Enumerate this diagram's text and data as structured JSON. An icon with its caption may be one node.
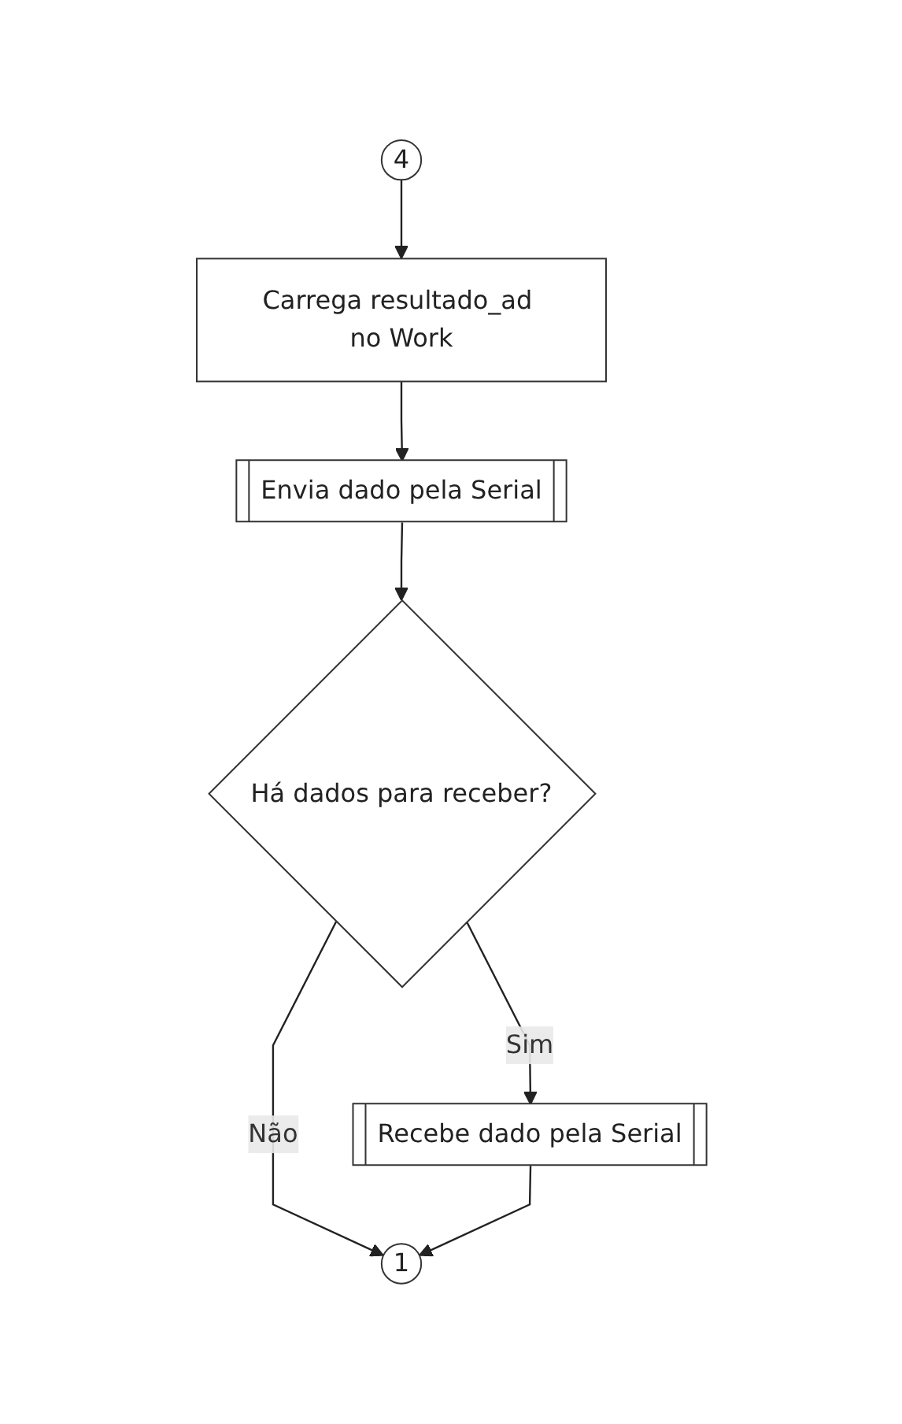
{
  "diagram": {
    "nodes": [
      {
        "text": [
          "4"
        ]
      },
      {
        "text": [
          "Carrega resultado_ad no Work"
        ]
      },
      {
        "text": [
          "Envia dado pela Serial"
        ]
      },
      {
        "text": [
          "Há dados para receber?"
        ]
      },
      {
        "text": [
          "Recebe dado pela Serial"
        ]
      },
      {
        "text": [
          "1"
        ]
      }
    ],
    "edges": [
      {
        "from": 0,
        "to": 1,
        "arrow": "to"
      },
      {
        "from": 1,
        "to": 2,
        "arrow": "to"
      },
      {
        "from": 2,
        "to": 3,
        "arrow": "to"
      },
      {
        "from": 3,
        "to": 4,
        "label": "Sim",
        "arrow": "to"
      },
      {
        "from": 3,
        "to": 5,
        "label": "Não",
        "arrow": "to"
      },
      {
        "from": 4,
        "to": 5,
        "arrow": "to"
      }
    ]
  }
}
